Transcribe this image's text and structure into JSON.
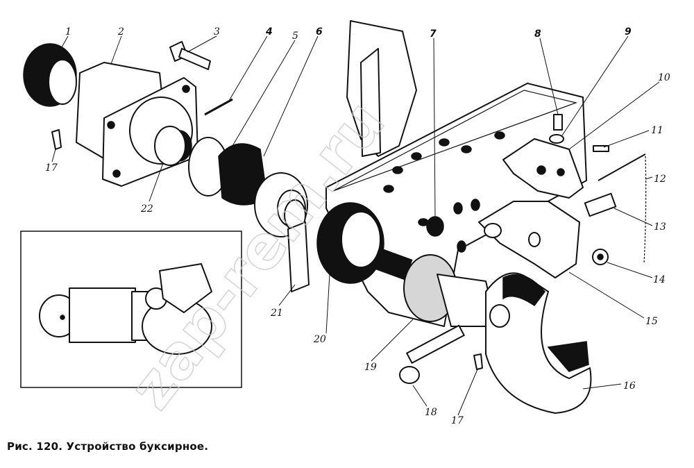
{
  "caption": "Рис. 120. Устройство буксирное.",
  "watermark": "zap-rem.ru",
  "callouts": {
    "c1": "1",
    "c2": "2",
    "c3": "3",
    "c4": "4",
    "c5": "5",
    "c6": "6",
    "c7": "7",
    "c8": "8",
    "c9": "9",
    "c10": "10",
    "c11": "11",
    "c12": "12",
    "c13": "13",
    "c14": "14",
    "c15": "15",
    "c16": "16",
    "c17a": "17",
    "c17b": "17",
    "c18": "18",
    "c19": "19",
    "c20": "20",
    "c21": "21",
    "c22": "22"
  }
}
